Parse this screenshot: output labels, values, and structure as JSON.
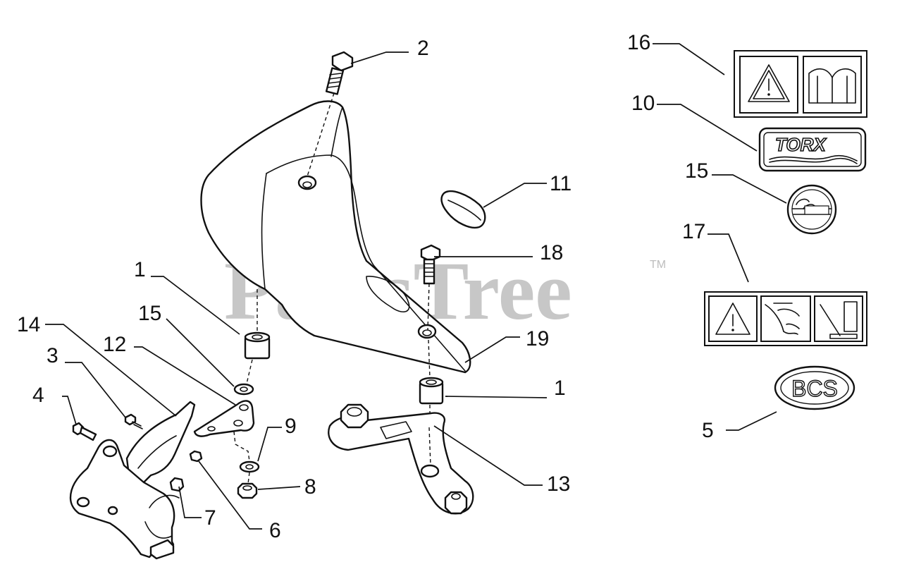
{
  "watermark": {
    "text": "PartsTree",
    "trademark": "TM"
  },
  "callouts": [
    "1",
    "1",
    "2",
    "3",
    "4",
    "5",
    "6",
    "7",
    "8",
    "9",
    "10",
    "11",
    "12",
    "13",
    "14",
    "15",
    "15",
    "16",
    "17",
    "18",
    "19"
  ],
  "decals": {
    "torx_text": "TORX",
    "bcs_text": "BCS"
  }
}
